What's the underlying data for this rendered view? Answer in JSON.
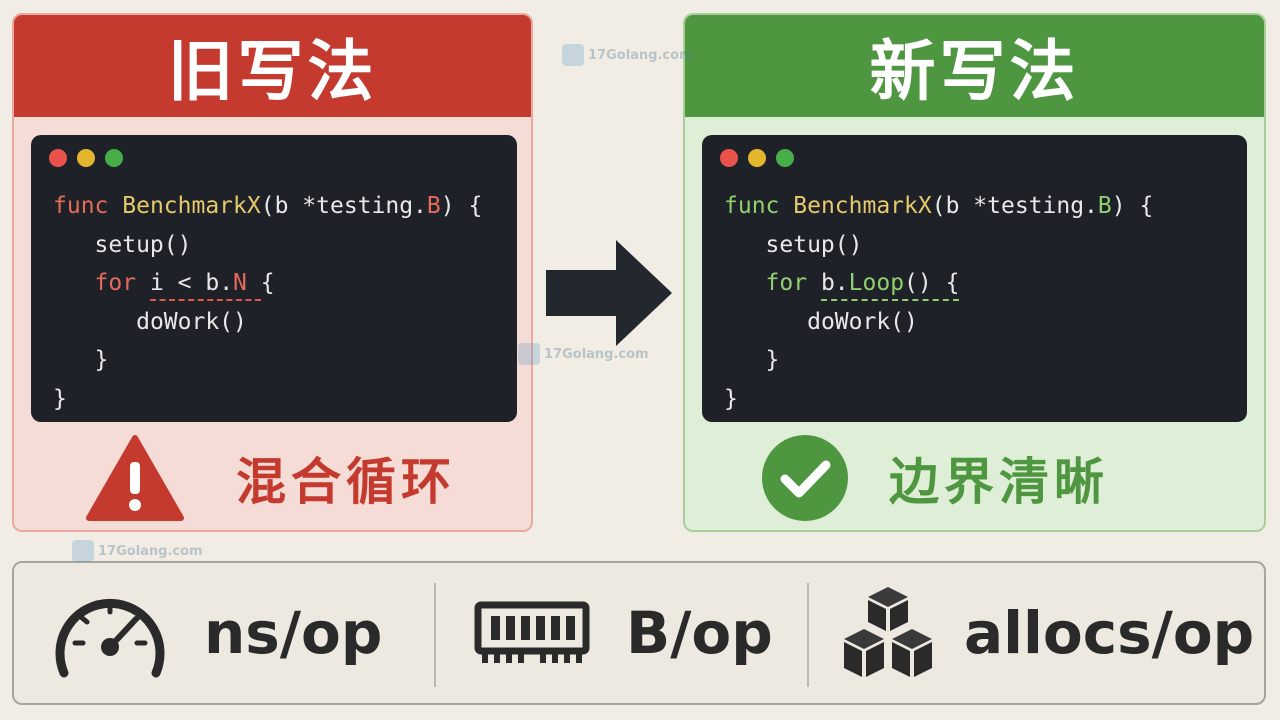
{
  "old_panel": {
    "title": "旧写法",
    "status_text": "混合循环",
    "status_icon": "warning-triangle-icon",
    "accent_color": "#c43a2e",
    "code": {
      "line1_kw": "func",
      "line1_fn": "BenchmarkX",
      "line1_a": "(b *testing.",
      "line1_b": "B",
      "line1_c": ") {",
      "line2": "setup()",
      "line3_kw": "for",
      "line3_a": "i < b.",
      "line3_b": "N",
      "line3_c": "{",
      "line4": "doWork()",
      "line5": "}",
      "line6": "}"
    }
  },
  "new_panel": {
    "title": "新写法",
    "status_text": "边界清晰",
    "status_icon": "check-circle-icon",
    "accent_color": "#4f9640",
    "code": {
      "line1_kw": "func",
      "line1_fn": "BenchmarkX",
      "line1_a": "(b *testing.",
      "line1_b": "B",
      "line1_c": ") {",
      "line2": "setup()",
      "line3_kw": "for",
      "line3_a": "b.",
      "line3_b": "Loop",
      "line3_c": "() {",
      "line4": "doWork()",
      "line5": "}",
      "line6": "}"
    }
  },
  "metrics": [
    {
      "label": "ns/op",
      "icon": "speedometer-icon"
    },
    {
      "label": "B/op",
      "icon": "memory-chip-icon"
    },
    {
      "label": "allocs/op",
      "icon": "stacked-cubes-icon"
    }
  ],
  "watermark": "17Golang.com"
}
